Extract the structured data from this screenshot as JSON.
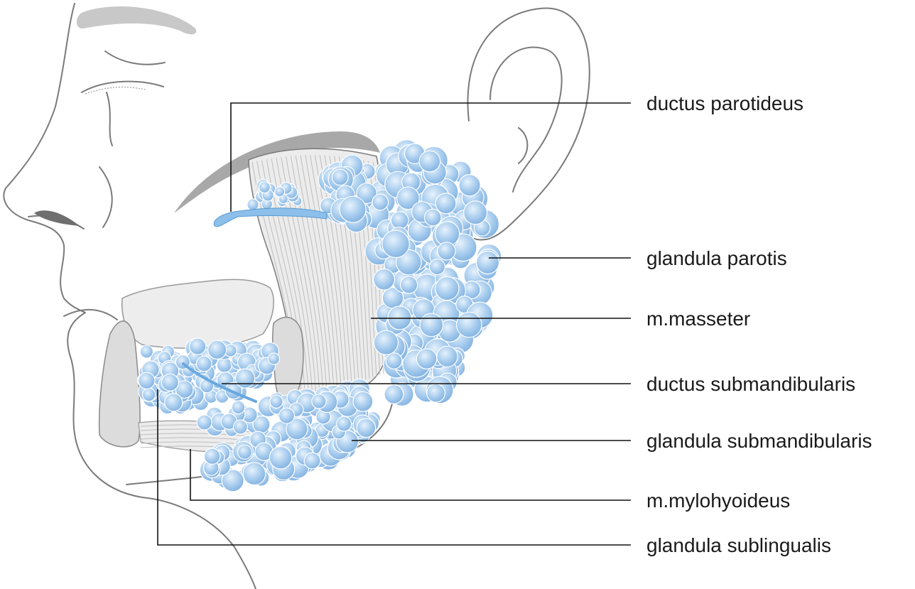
{
  "labels": [
    {
      "id": "ductus-parotideus",
      "text": "ductus parotideus"
    },
    {
      "id": "glandula-parotis",
      "text": "glandula parotis"
    },
    {
      "id": "m-masseter",
      "text": "m.masseter"
    },
    {
      "id": "ductus-submandibularis",
      "text": "ductus submandibularis"
    },
    {
      "id": "glandula-submandibularis",
      "text": "glandula submandibularis"
    },
    {
      "id": "m-mylohyoideus",
      "text": "m.mylohyoideus"
    },
    {
      "id": "glandula-sublingualis",
      "text": "glandula sublingualis"
    }
  ],
  "colors": {
    "gland_fill": "#a9cdee",
    "gland_dark": "#7fb0e0",
    "duct": "#8cc0ea",
    "muscle": "#ececec",
    "bone": "#dcdcdc",
    "outline": "#7a7a7a",
    "leader": "#111111"
  }
}
